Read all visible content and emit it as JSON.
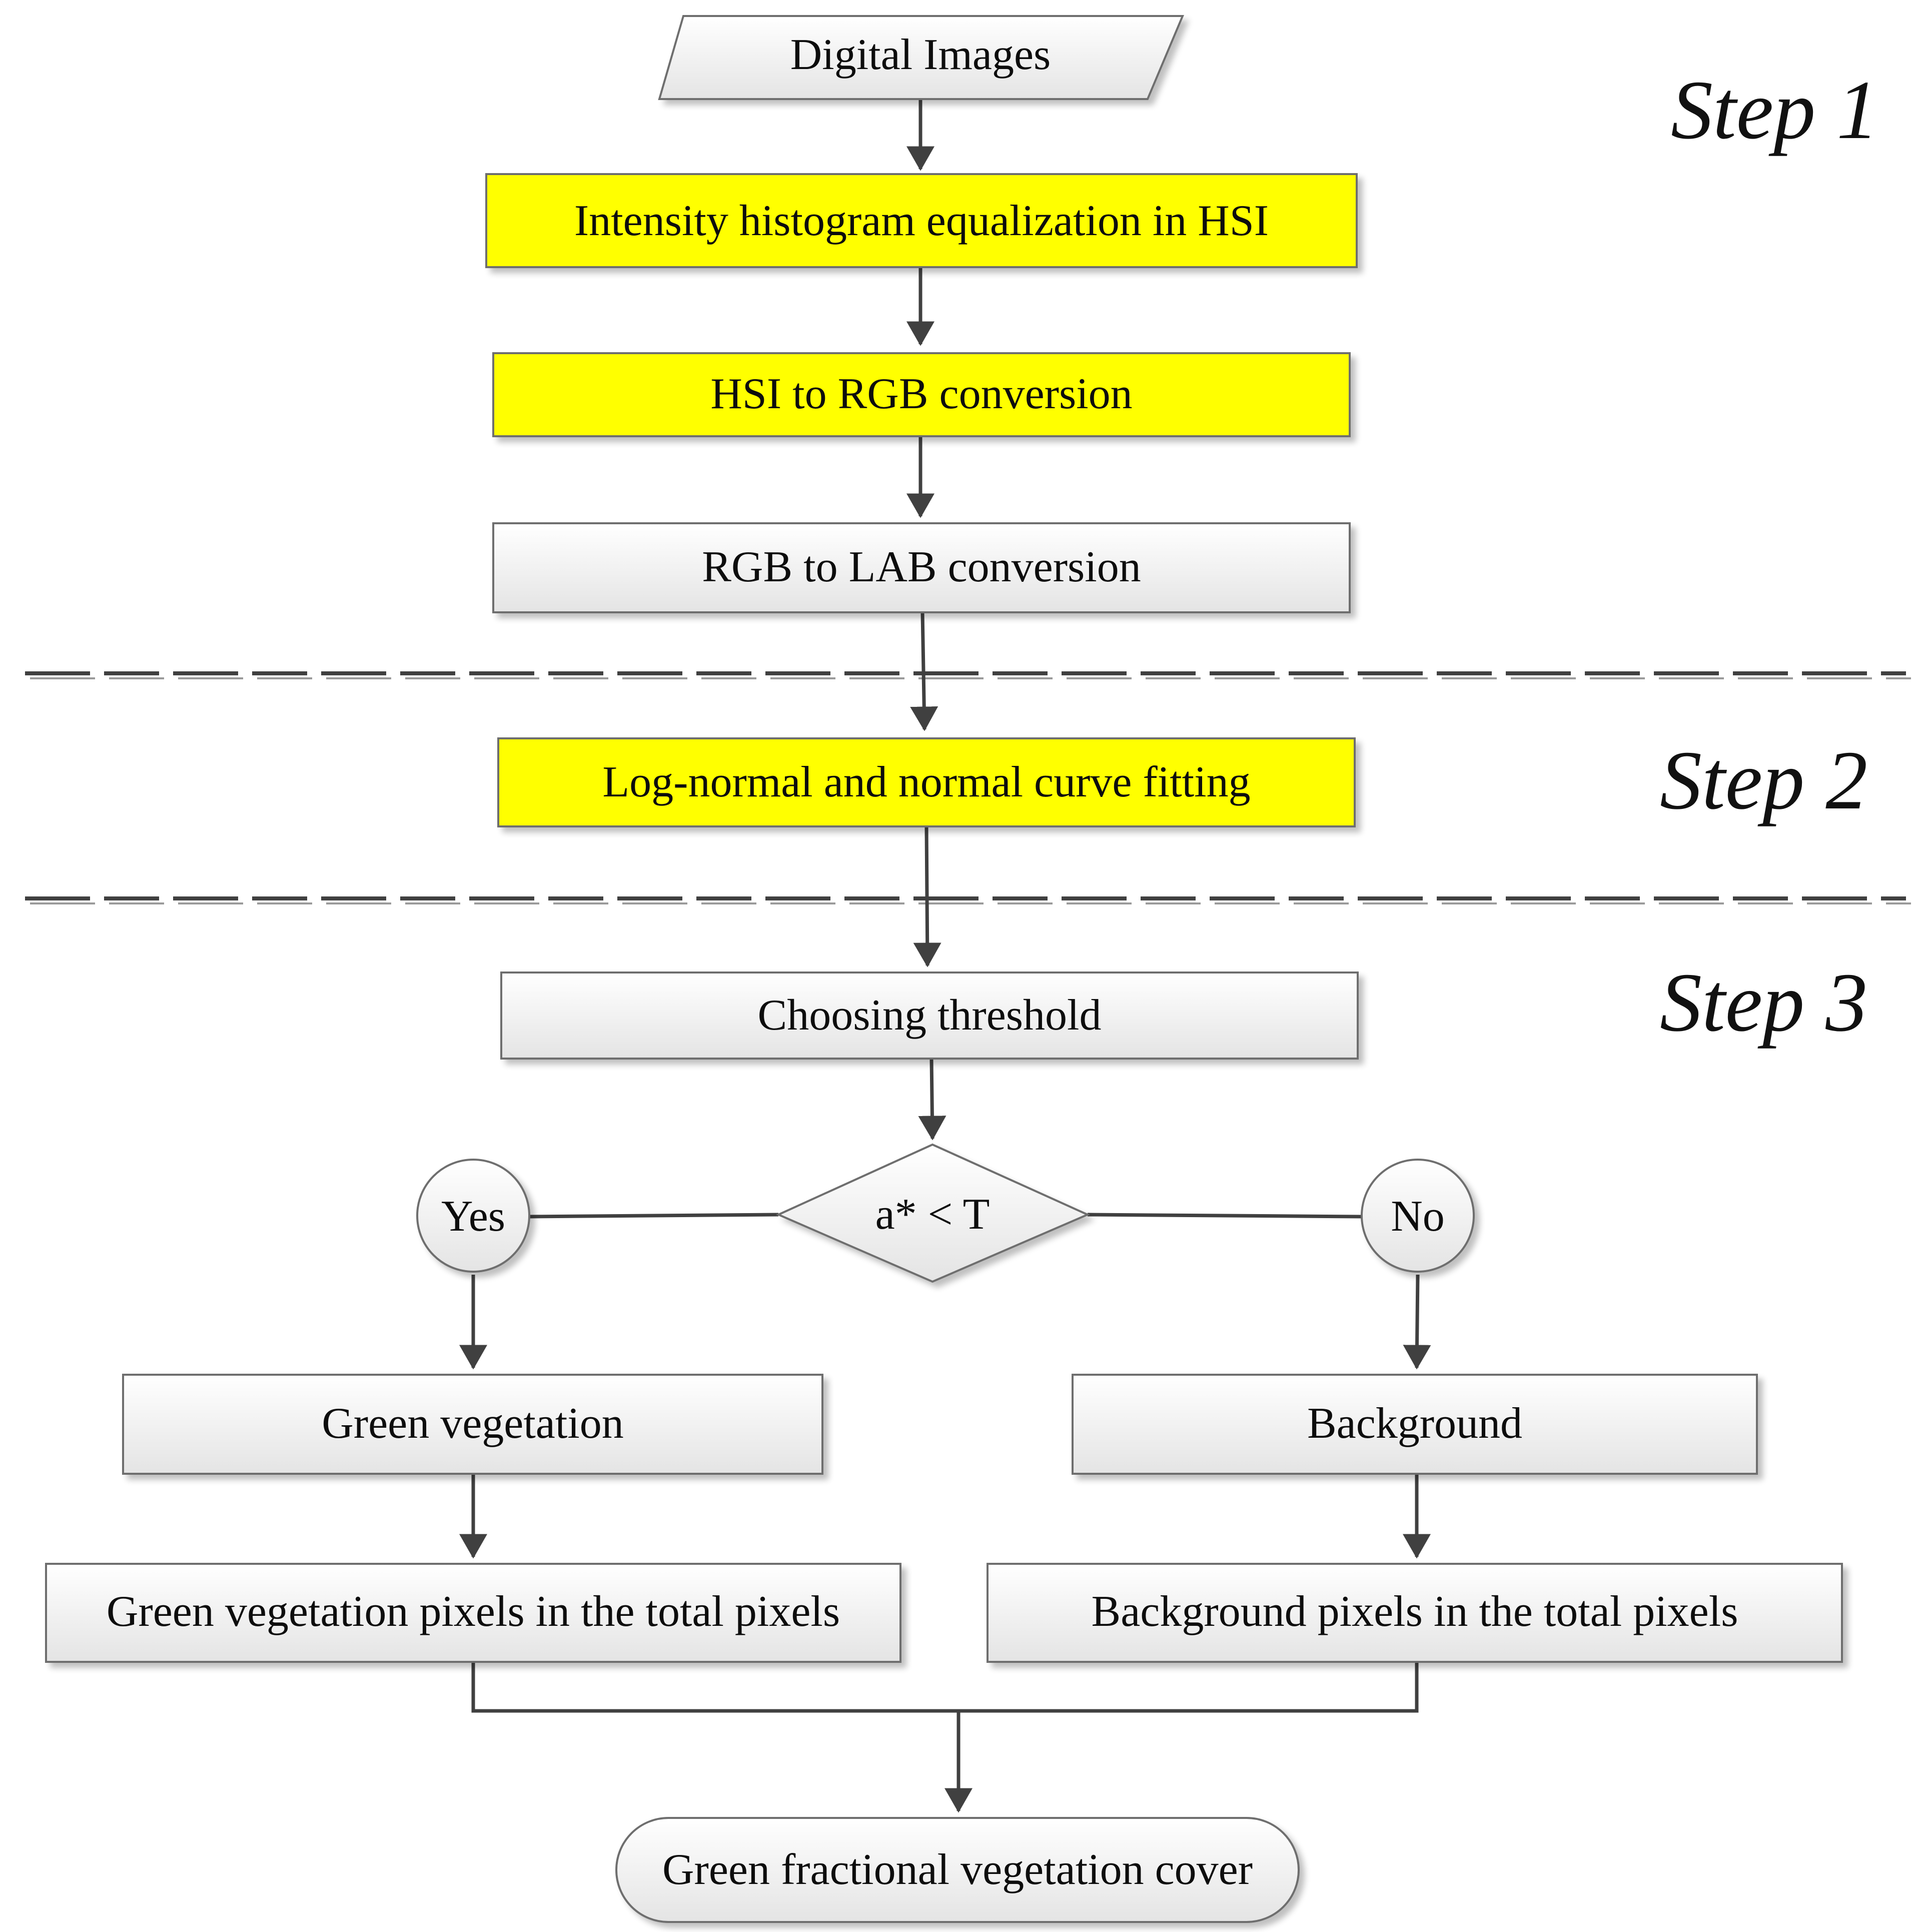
{
  "steps": {
    "step1": "Step 1",
    "step2": "Step 2",
    "step3": "Step 3"
  },
  "nodes": {
    "digital_images": "Digital Images",
    "histogram_equalization": "Intensity histogram equalization in HSI",
    "hsi_to_rgb": "HSI to RGB conversion",
    "rgb_to_lab": "RGB to LAB conversion",
    "curve_fitting": "Log-normal and normal curve fitting",
    "choosing_threshold": "Choosing threshold",
    "decision": "a* < T",
    "yes": "Yes",
    "no": "No",
    "green_vegetation": "Green vegetation",
    "background": "Background",
    "green_pixels": "Green vegetation pixels in the total pixels",
    "background_pixels": "Background pixels in the total pixels",
    "fractional_cover": "Green fractional vegetation cover"
  },
  "colors": {
    "highlight": "#ffff00",
    "box_top": "#ffffff",
    "box_bottom": "#e6e6e6",
    "connector": "#404040"
  }
}
